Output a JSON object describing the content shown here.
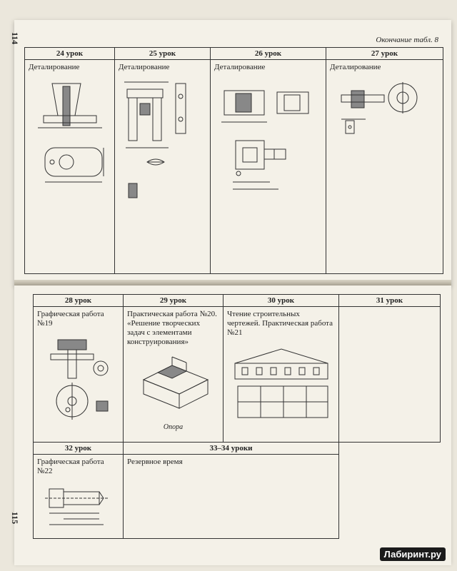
{
  "page_top": {
    "page_number": "114",
    "caption": "Окончание табл. 8",
    "columns": [
      {
        "header": "24 урок",
        "title": "Деталирование"
      },
      {
        "header": "25 урок",
        "title": "Деталирование"
      },
      {
        "header": "26 урок",
        "title": "Деталирование"
      },
      {
        "header": "27 урок",
        "title": "Деталирование"
      }
    ]
  },
  "page_bottom": {
    "page_number": "115",
    "row1": [
      {
        "header": "28 урок",
        "title": "Графическая работа №19"
      },
      {
        "header": "29 урок",
        "title": "Практическая работа №20. «Решение творческих задач с элементами конструирования»",
        "figure_label": "Опора"
      },
      {
        "header": "30 урок",
        "title": "Чтение строительных чертежей. Практическая работа №21"
      },
      {
        "header": "31 урок",
        "title": ""
      }
    ],
    "row2": [
      {
        "header": "32 урок",
        "title": "Графическая работа №22"
      },
      {
        "header": "33–34 уроки",
        "title": "Резервное время"
      }
    ]
  },
  "watermark": "Лабиринт.ру"
}
